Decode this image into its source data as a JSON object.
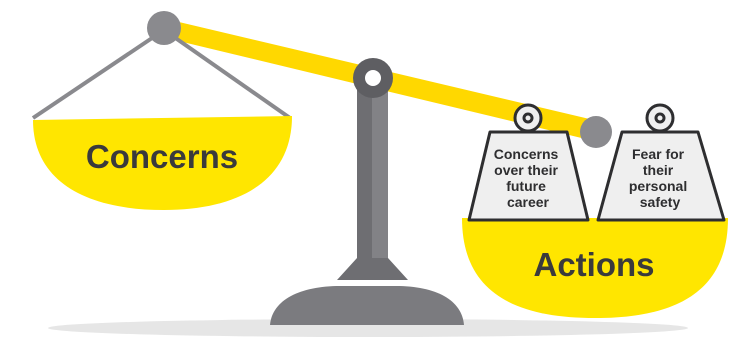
{
  "diagram": {
    "left_pan_label": "Concerns",
    "right_pan_label": "Actions",
    "weights": [
      {
        "lines": [
          "Concerns",
          "over their",
          "future",
          "career"
        ]
      },
      {
        "lines": [
          "Fear for",
          "their",
          "personal",
          "safety"
        ]
      }
    ]
  },
  "colors": {
    "accent": "#FFE600",
    "beam": "#FFD800",
    "stand_dark": "#6B6B6F",
    "stand_light": "#8E8E92",
    "weight_fill": "#EFEFEF",
    "weight_outline": "#2E2E30",
    "pan_string": "#8A8A8E",
    "shadow": "#E6E6E6",
    "text": "#3A3A3C"
  }
}
